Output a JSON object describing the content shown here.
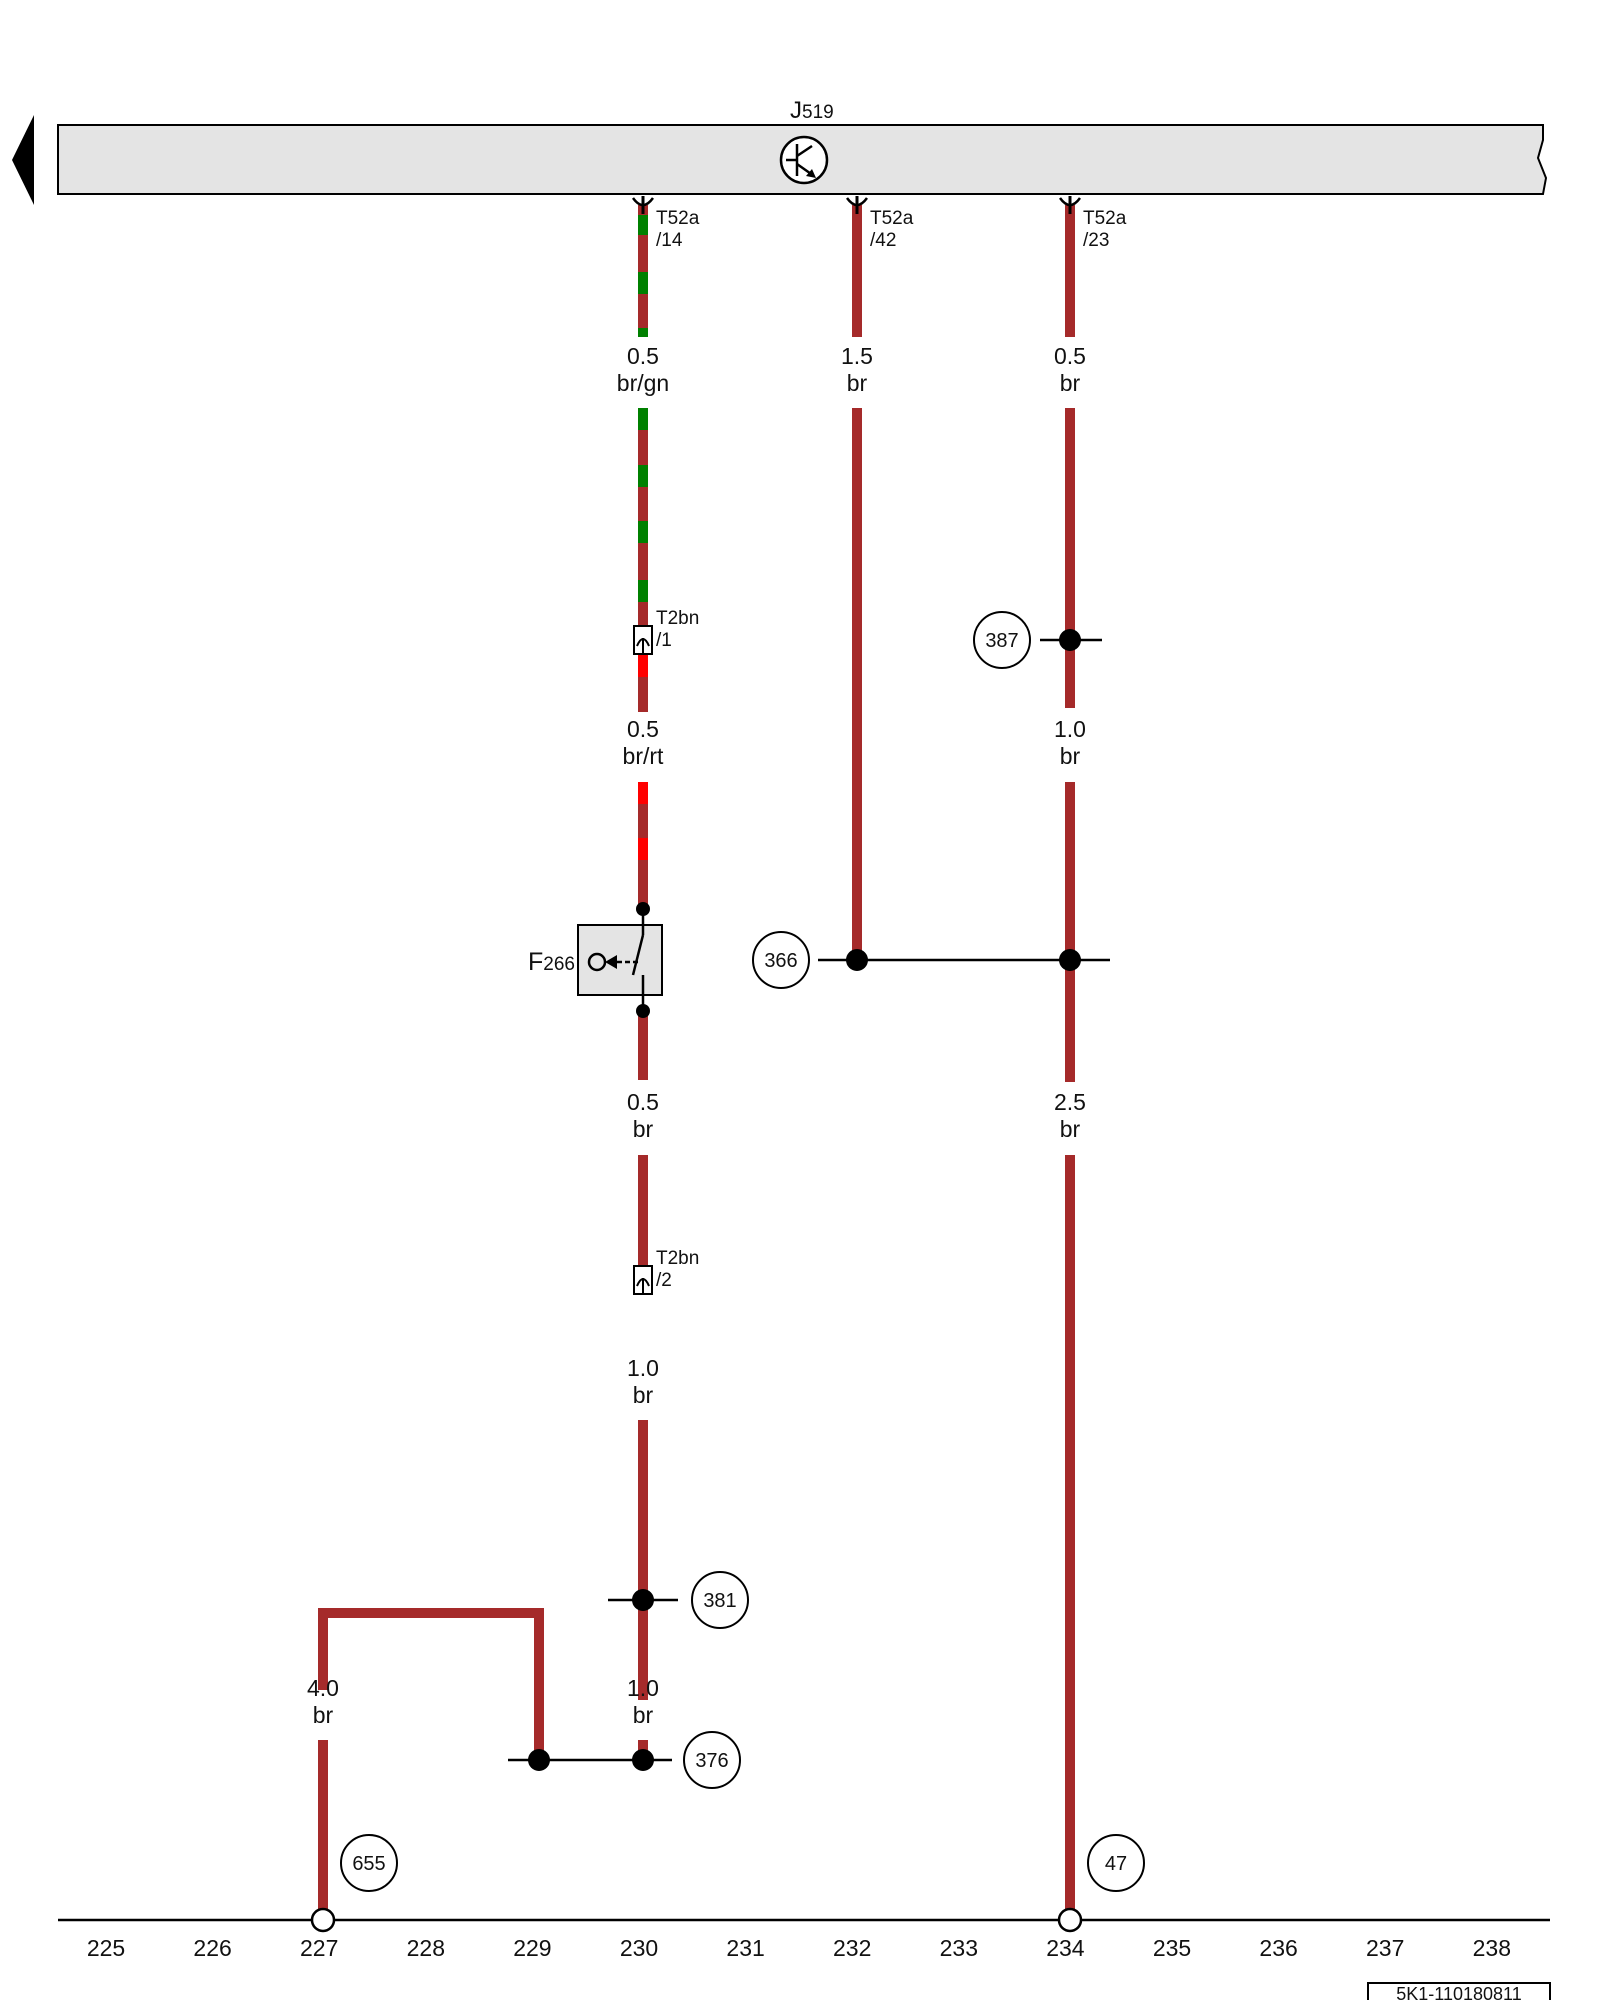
{
  "component_top": {
    "id": "J",
    "sub": "519"
  },
  "component_switch": {
    "id": "F",
    "sub": "266"
  },
  "connectors": {
    "c14": {
      "name": "T52a",
      "pin": "/14"
    },
    "c42": {
      "name": "T52a",
      "pin": "/42"
    },
    "c23": {
      "name": "T52a",
      "pin": "/23"
    },
    "t2bn1": {
      "name": "T2bn",
      "pin": "/1"
    },
    "t2bn2": {
      "name": "T2bn",
      "pin": "/2"
    }
  },
  "wires": {
    "w1": {
      "size": "0.5",
      "color": "br/gn"
    },
    "w2": {
      "size": "1.5",
      "color": "br"
    },
    "w3": {
      "size": "0.5",
      "color": "br"
    },
    "w4": {
      "size": "0.5",
      "color": "br/rt"
    },
    "w5": {
      "size": "1.0",
      "color": "br"
    },
    "w6": {
      "size": "0.5",
      "color": "br"
    },
    "w7": {
      "size": "2.5",
      "color": "br"
    },
    "w8": {
      "size": "1.0",
      "color": "br"
    },
    "w9": {
      "size": "4.0",
      "color": "br"
    },
    "w10": {
      "size": "1.0",
      "color": "br"
    }
  },
  "refs": {
    "r387": "387",
    "r366": "366",
    "r381": "381",
    "r376": "376",
    "r655": "655",
    "r47": "47"
  },
  "ticks": [
    "225",
    "226",
    "227",
    "228",
    "229",
    "230",
    "231",
    "232",
    "233",
    "234",
    "235",
    "236",
    "237",
    "238"
  ],
  "doc_code": "5K1-110180811",
  "colors": {
    "brown": "#a52a2a",
    "green": "#008000",
    "red": "#ff0000",
    "unit_fill": "#e4e4e4"
  }
}
